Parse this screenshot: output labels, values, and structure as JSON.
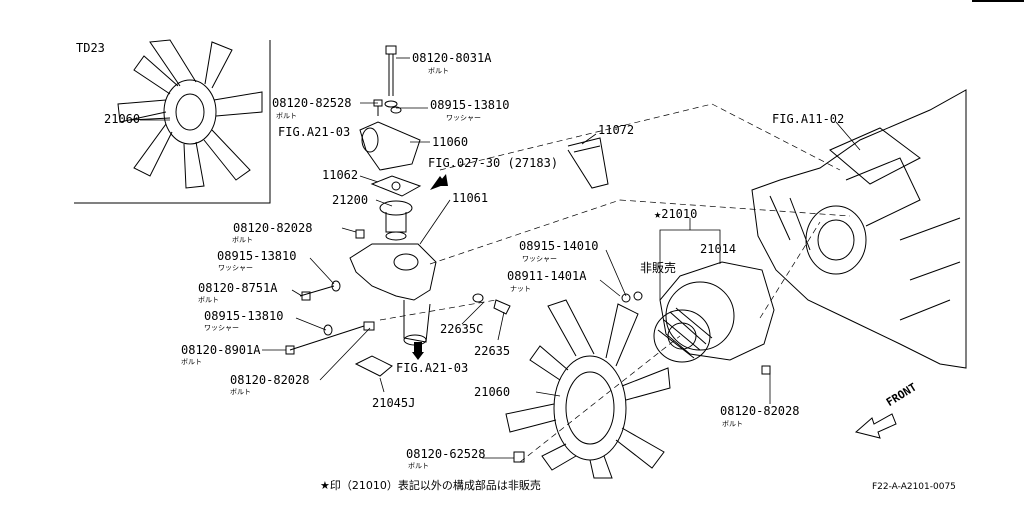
{
  "variant_label": "TD23",
  "labels": {
    "fan_inset": "21060",
    "bolt_8031a": "08120-8031A",
    "bolt_82528": "08120-82528",
    "washer_13810_top": "08915-13810",
    "fig_a21_03_top": "FIG.A21-03",
    "outlet_11060": "11060",
    "gasket_11062": "11062",
    "fig_027_30": "FIG.027-30 (27183)",
    "thermostat_21200": "21200",
    "housing_11061": "11061",
    "bolt_82028_left": "08120-82028",
    "washer_13810_left": "08915-13810",
    "bolt_8751a": "08120-8751A",
    "washer_13810_lower": "08915-13810",
    "bolt_8901a": "08120-8901A",
    "bolt_82028_lower": "08120-82028",
    "gasket_21045j": "21045J",
    "fig_a21_03_bottom": "FIG.A21-03",
    "part_22635c": "22635C",
    "part_22635": "22635",
    "gasket_11072": "11072",
    "fig_a11_02": "FIG.A11-02",
    "pump_21010": "★21010",
    "pump_21014": "21014",
    "washer_14010": "08915-14010",
    "not_for_sale": "非販売",
    "nut_1401a": "08911-1401A",
    "fan_21060": "21060",
    "bolt_82028_right": "08120-82028",
    "bolt_62528": "08120-62528",
    "front": "FRONT"
  },
  "sublabels": {
    "bolt": "ボルト",
    "washer": "ワッシャー",
    "nut": "ナット"
  },
  "footnote": "★印（21010）表記以外の構成部品は非販売",
  "diagram_code": "F22-A-A2101-0075"
}
